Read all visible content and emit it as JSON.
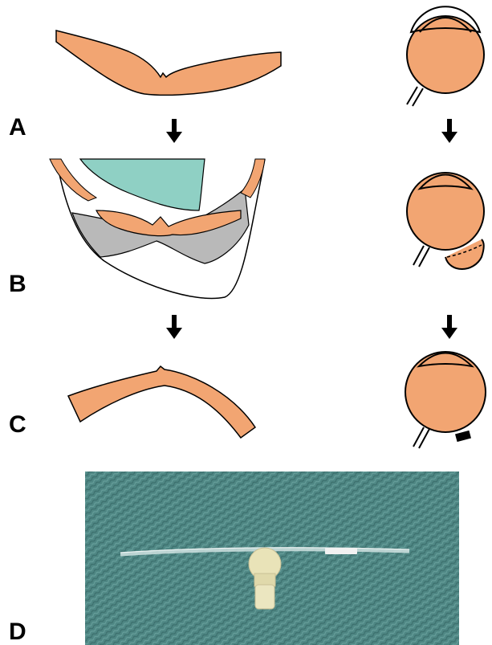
{
  "panels": [
    {
      "label": "A",
      "stage": 1
    },
    {
      "label": "B",
      "stage": 2
    },
    {
      "label": "C",
      "stage": 3
    },
    {
      "label": "D",
      "stage": 4
    }
  ],
  "colors": {
    "tissue": "#f2a572",
    "glove": "#8fd0c4",
    "cloth": "#b9b9b9",
    "drape": "#4f8784",
    "device": "#e9e3b8",
    "outline": "#000000",
    "arrow": "#000000"
  },
  "icons": {
    "flow_arrow": "down-arrow-icon"
  }
}
